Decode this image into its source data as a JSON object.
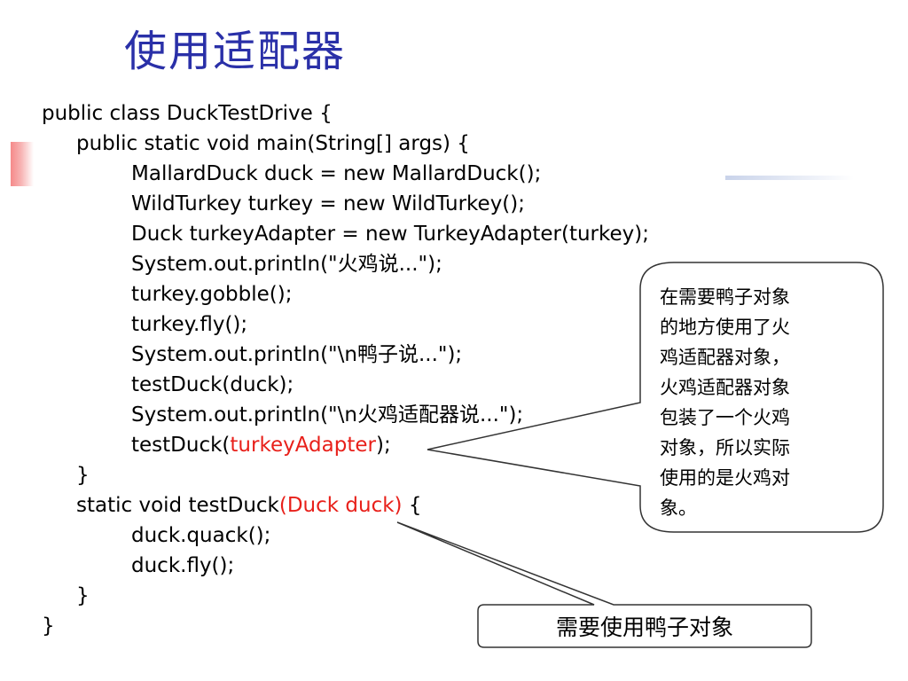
{
  "title": "使用适配器",
  "code": {
    "l1": "public class DuckTestDrive {",
    "l2": "public static void main(String[] args) {",
    "l3": "MallardDuck duck = new MallardDuck();",
    "l4": "WildTurkey turkey = new WildTurkey();",
    "l5": "Duck turkeyAdapter = new TurkeyAdapter(turkey);",
    "l6": "System.out.println(\"火鸡说...\");",
    "l7": "turkey.gobble();",
    "l8": "turkey.fly();",
    "l9": "System.out.println(\"\\n鸭子说...\");",
    "l10": "testDuck(duck);",
    "l11": "System.out.println(\"\\n火鸡适配器说...\");",
    "l12_pre": "testDuck(",
    "l12_red": "turkeyAdapter",
    "l12_post": ");",
    "l13": "}",
    "l14_pre": "static void testDuck",
    "l14_red": "(Duck duck)",
    "l14_post": " {",
    "l15": "duck.quack();",
    "l16": "duck.fly();",
    "l17": "}",
    "l18": "}"
  },
  "callout": {
    "text": "在需要鸭子对象\n的地方使用了火\n鸡适配器对象，\n火鸡适配器对象\n包装了一个火鸡\n对象，所以实际\n使用的是火鸡对\n象。"
  },
  "note": {
    "text": "需要使用鸭子对象"
  },
  "colors": {
    "title": "#2a30a8",
    "highlight": "#e8201a"
  }
}
